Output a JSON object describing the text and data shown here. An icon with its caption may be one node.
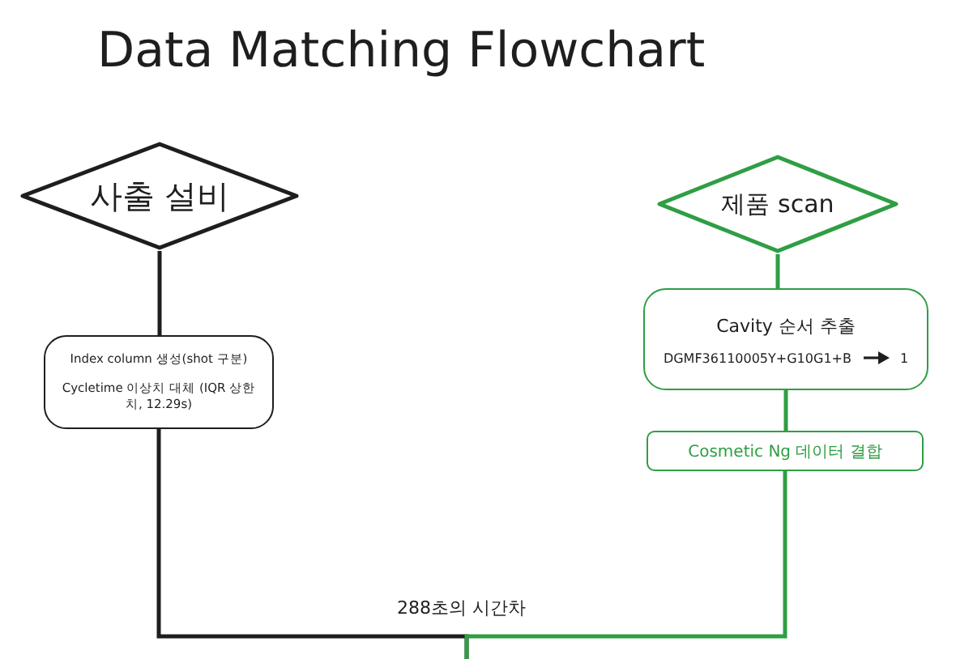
{
  "diagram": {
    "title": "Data Matching Flowchart",
    "nodes": [
      {
        "text": [
          "사출 설비"
        ]
      },
      {
        "text": [
          "Index column 생성(shot 구분)",
          "Cycletime 이상치 대체 (IQR 상한치, 12.29s)"
        ]
      },
      {
        "text": [
          "제품 scan"
        ]
      },
      {
        "text": [
          "Cavity 순서 추출",
          "DGMF36110005Y+G10G1+B",
          "1"
        ]
      },
      {
        "text": [
          "Cosmetic Ng 데이터 결합"
        ]
      }
    ],
    "edges": [
      {
        "from": 0,
        "to": 1,
        "arrow": "none",
        "color": "#1e1e1e"
      },
      {
        "from": 1,
        "to": null,
        "arrow": "none",
        "color": "#1e1e1e"
      },
      {
        "from": 2,
        "to": 3,
        "arrow": "none",
        "color": "#2f9e44"
      },
      {
        "from": 3,
        "to": 4,
        "arrow": "none",
        "color": "#2f9e44"
      },
      {
        "from": 4,
        "to": null,
        "arrow": "none",
        "color": "#2f9e44"
      }
    ],
    "labels": [
      "288초의 시간차"
    ]
  }
}
